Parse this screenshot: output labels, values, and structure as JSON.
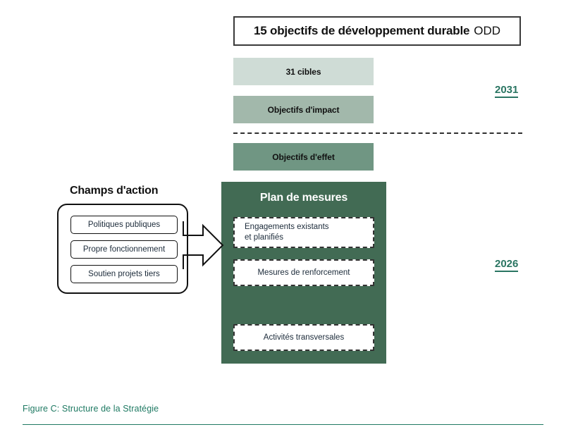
{
  "diagram": {
    "title_box": {
      "strong": "15 objectifs de développement durable",
      "light": "ODD"
    },
    "bands": [
      {
        "label": "31 cibles",
        "color": "#cfdcd6"
      },
      {
        "label": "Objectifs d'impact",
        "color": "#a2b8ab"
      },
      {
        "label": "Objectifs d'effet",
        "color": "#709683"
      }
    ],
    "years": {
      "upper": "2031",
      "lower": "2026",
      "color": "#2a7562"
    },
    "plan": {
      "title": "Plan de mesures",
      "color": "#426b54",
      "cards": [
        "Engagements existants\net planifiés",
        "Mesures de renforcement",
        "Activités transversales"
      ],
      "card_engagements_line1": "Engagements existants",
      "card_engagements_line2": "et planifiés",
      "card_renforcement": "Mesures de renforcement",
      "card_transversal": "Activités transversales"
    },
    "champs": {
      "title": "Champs d'action",
      "items": [
        "Politiques publiques",
        "Propre fonctionnement",
        "Soutien projets tiers"
      ]
    }
  },
  "caption": {
    "text": "Figure C: Structure de la Stratégie",
    "color": "#1f7a63"
  }
}
